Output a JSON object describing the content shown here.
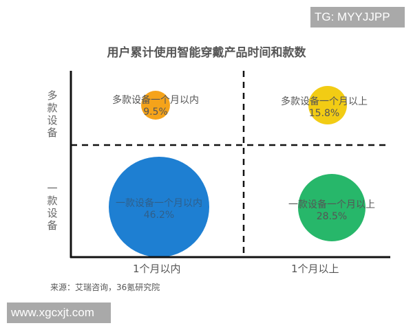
{
  "watermarks": {
    "top_right": "TG: MYYJJPP",
    "bottom_left": "www.xgcxjt.com"
  },
  "source": "来源：艾瑞咨询，36氪研究院",
  "chart_data": {
    "type": "scatter",
    "subtype": "bubble-quadrant",
    "title": "用户累计使用智能穿戴产品时间和款数",
    "xlabel": "",
    "ylabel": "",
    "x_categories": [
      "1个月以内",
      "1个月以上"
    ],
    "y_categories": [
      "一款设备",
      "多款设备"
    ],
    "grid": "dashed quadrant dividers",
    "legend": "none",
    "points": [
      {
        "label": "多款设备一个月以内",
        "x": "1个月以内",
        "y": "多款设备",
        "value": 9.5,
        "value_label": "9.5%",
        "color": "#f5a31a"
      },
      {
        "label": "多款设备一个月以上",
        "x": "1个月以上",
        "y": "多款设备",
        "value": 15.8,
        "value_label": "15.8%",
        "color": "#f2cc14"
      },
      {
        "label": "一款设备一个月以内",
        "x": "1个月以内",
        "y": "一款设备",
        "value": 46.2,
        "value_label": "46.2%",
        "color": "#1e7fd2"
      },
      {
        "label": "一款设备一个月以上",
        "x": "1个月以上",
        "y": "一款设备",
        "value": 28.5,
        "value_label": "28.5%",
        "color": "#27b76a"
      }
    ]
  }
}
